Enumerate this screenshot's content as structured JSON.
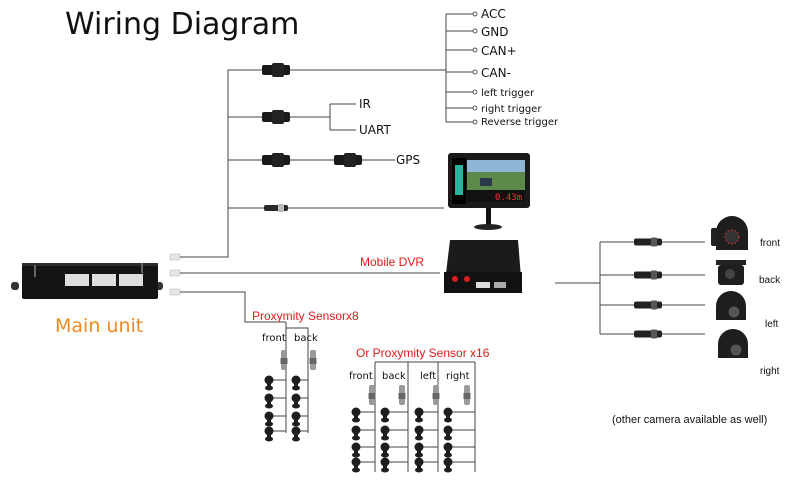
{
  "title": "Wiring Diagram",
  "main_unit": {
    "label": "Main unit"
  },
  "signal_wires": {
    "labels": [
      "ACC",
      "GND",
      "CAN+",
      "CAN-",
      "left trigger",
      "right trigger",
      "Reverse trigger"
    ]
  },
  "ir_uart": {
    "labels": [
      "IR",
      "UART"
    ]
  },
  "gps": {
    "label": "GPS"
  },
  "dvr": {
    "label": "Mobile DVR",
    "monitor_distance_readout": "0.43m"
  },
  "proximity_8": {
    "label": "Proxymity Sensorx8",
    "groups": [
      "front",
      "back"
    ]
  },
  "proximity_16": {
    "label": "Or Proxymity Sensor x16",
    "groups": [
      "front",
      "back",
      "left",
      "right"
    ]
  },
  "cameras": {
    "labels": [
      "front",
      "back",
      "left",
      "right"
    ],
    "note": "(other camera available as well)"
  },
  "colors": {
    "red_label": "#e21b1b",
    "orange_label": "#f08a24"
  }
}
